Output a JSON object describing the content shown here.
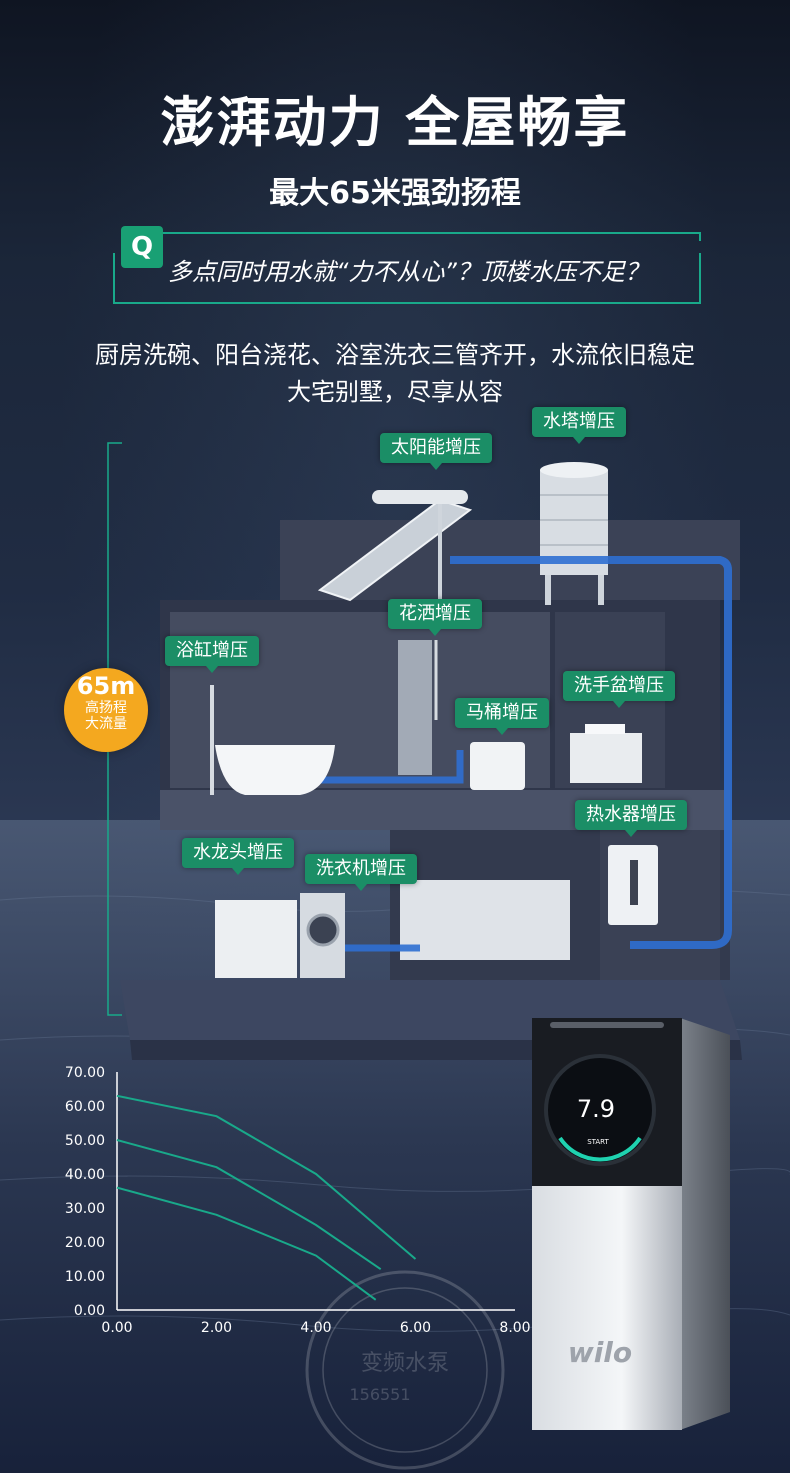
{
  "header": {
    "title": "澎湃动力 全屋畅享",
    "subtitle": "最大65米强劲扬程"
  },
  "question": {
    "badge": "Q",
    "text": "多点同时用水就“力不从心”？顶楼水压不足？"
  },
  "description": {
    "line1": "厨房洗碗、阳台浇花、浴室洗衣三管齐开，水流依旧稳定",
    "line2": "大宅别墅，尽享从容"
  },
  "height_badge": {
    "value": "65m",
    "line1": "高扬程",
    "line2": "大流量"
  },
  "scene_tags": [
    "太阳能增压",
    "水塔增压",
    "花洒增压",
    "浴缸增压",
    "洗手盆增压",
    "马桶增压",
    "热水器增压",
    "水龙头增压",
    "洗衣机增压"
  ],
  "pump": {
    "display_value": "7.9",
    "start_label": "START",
    "brand": "wilo"
  },
  "watermark": {
    "text": "变频水泵",
    "number": "156551"
  },
  "colors": {
    "accent_green": "#1b8e66",
    "badge_orange": "#f4a81f",
    "curve_teal": "#19a98a"
  },
  "chart_data": {
    "type": "line",
    "x_ticks": [
      "0.00",
      "2.00",
      "4.00",
      "6.00",
      "8.00"
    ],
    "y_ticks": [
      "0.00",
      "10.00",
      "20.00",
      "30.00",
      "40.00",
      "50.00",
      "60.00",
      "70.00"
    ],
    "xlim": [
      0,
      8
    ],
    "ylim": [
      0,
      70
    ],
    "series": [
      {
        "x": [
          0,
          2,
          4,
          6
        ],
        "y": [
          63,
          57,
          40,
          15
        ]
      },
      {
        "x": [
          0,
          2,
          4,
          5.3
        ],
        "y": [
          50,
          42,
          25,
          12
        ]
      },
      {
        "x": [
          0,
          2,
          4,
          5.2
        ],
        "y": [
          36,
          28,
          16,
          3
        ]
      }
    ]
  }
}
